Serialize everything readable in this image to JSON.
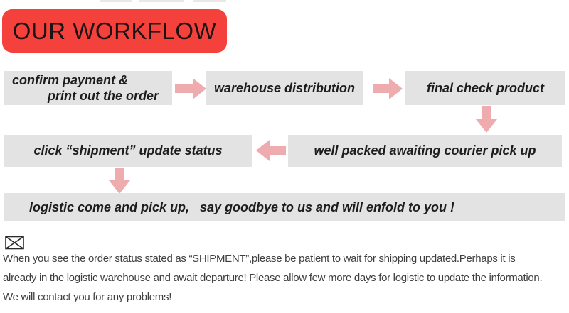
{
  "title": "OUR WORKFLOW",
  "colors": {
    "banner_red": "#f5413c",
    "box_gray": "#e3e3e3",
    "arrow_pink": "#eeacaf",
    "box_text": "#1d1d1d",
    "note_text": "#3f3f3f"
  },
  "flow": {
    "confirm_payment": {
      "line1": "confirm payment &",
      "line2": "print out the order"
    },
    "warehouse": {
      "label": "warehouse distribution"
    },
    "final_check": {
      "label": "final check product"
    },
    "update_status": {
      "label": "click “shipment” update status"
    },
    "well_packed": {
      "label": "well packed awaiting courier pick up"
    },
    "logistic": {
      "label": "logistic come and pick up,   say goodbye to us and will enfold to you !"
    }
  },
  "icons": {
    "envelope": "envelope-icon",
    "arrows": [
      "arrow-right-icon",
      "arrow-right-icon",
      "arrow-down-icon",
      "arrow-left-icon",
      "arrow-down-icon"
    ]
  },
  "notes": {
    "lines": [
      "When you see the order status stated as “SHIPMENT”,please be patient to wait for shipping updated.Perhaps it is",
      "already in the logistic warehouse and await departure! Please allow few more days for logistic to update the information.",
      "We will contact you for any problems!"
    ]
  }
}
